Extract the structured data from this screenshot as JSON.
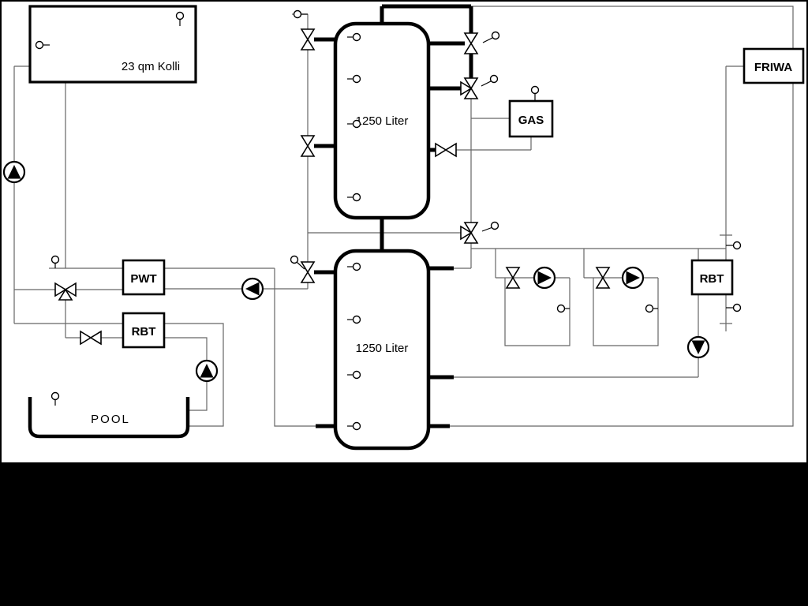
{
  "diagram": {
    "colors": {
      "background": "#ffffff",
      "line_thick": "#000000",
      "line_thin": "#666666",
      "bottom_mask": "#000000"
    },
    "labels": {
      "collector": "23 qm Kolli",
      "tank_top": "1250 Liter",
      "tank_bottom": "1250 Liter",
      "gas": "GAS",
      "friwa": "FRIWA",
      "pwt": "PWT",
      "rbt_left": "RBT",
      "rbt_right": "RBT",
      "pool": "POOL"
    },
    "components": {
      "pumps": [
        "solar-pump",
        "buffer-charge-pump",
        "pool-pump",
        "heating-circuit-pump-1",
        "heating-circuit-pump-2",
        "dhw-pump"
      ],
      "valves": [
        "shut-off-valve",
        "three-way-valve"
      ],
      "sensor": "temperature-sensor"
    }
  }
}
